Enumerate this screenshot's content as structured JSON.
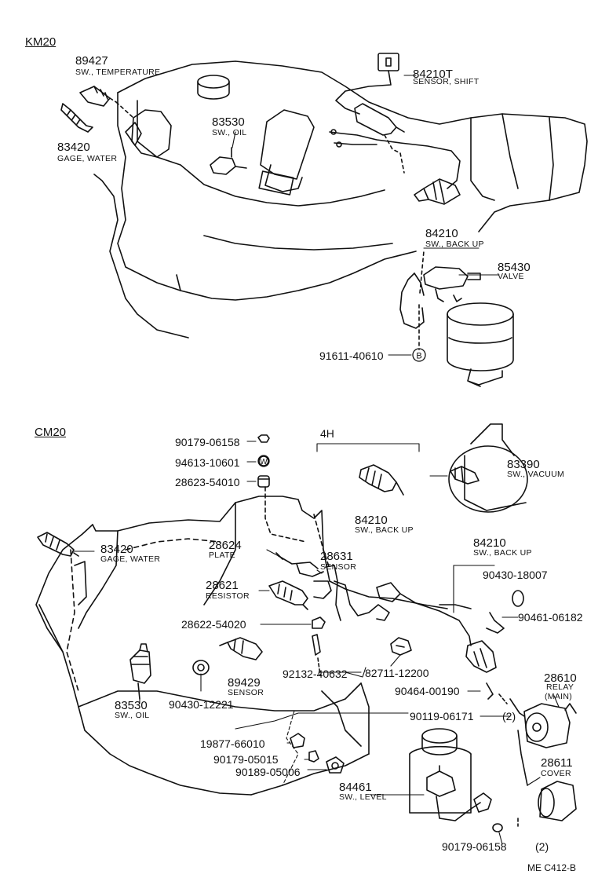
{
  "sections": {
    "km20": "KM20",
    "cm20": "CM20",
    "fourh": "4H"
  },
  "code": "ME C412-B",
  "km20": [
    {
      "pn": "89427",
      "desc": "SW., TEMPERATURE"
    },
    {
      "pn": "83420",
      "desc": "GAGE, WATER"
    },
    {
      "pn": "83530",
      "desc": "SW., OIL"
    },
    {
      "pn": "84210T",
      "desc": "SENSOR, SHIFT"
    },
    {
      "pn": "84210",
      "desc": "SW., BACK UP"
    },
    {
      "pn": "85430",
      "desc": "VALVE"
    },
    {
      "pn": "91611-40610",
      "desc": ""
    }
  ],
  "circle_b": "B",
  "circle_w": "W",
  "cm20": [
    {
      "pn": "90179-06158",
      "desc": ""
    },
    {
      "pn": "94613-10601",
      "desc": ""
    },
    {
      "pn": "28623-54010",
      "desc": ""
    },
    {
      "pn": "84210",
      "desc": "SW., BACK UP"
    },
    {
      "pn": "83390",
      "desc": "SW., VACUUM"
    },
    {
      "pn": "83420",
      "desc": "GAGE, WATER"
    },
    {
      "pn": "28624",
      "desc": "PLATE"
    },
    {
      "pn": "28631",
      "desc": "SENSOR"
    },
    {
      "pn": "84210",
      "desc": "SW., BACK UP"
    },
    {
      "pn": "28621",
      "desc": "RESISTOR"
    },
    {
      "pn": "90430-18007",
      "desc": ""
    },
    {
      "pn": "90461-06182",
      "desc": ""
    },
    {
      "pn": "28622-54020",
      "desc": ""
    },
    {
      "pn": "89429",
      "desc": "SENSOR"
    },
    {
      "pn": "92132-40632",
      "desc": ""
    },
    {
      "pn": "82711-12200",
      "desc": ""
    },
    {
      "pn": "83530",
      "desc": "SW., OIL"
    },
    {
      "pn": "90430-12221",
      "desc": ""
    },
    {
      "pn": "28610",
      "desc": "RELAY"
    },
    {
      "pn": "(MAIN)",
      "desc": ""
    },
    {
      "pn": "90464-00190",
      "desc": ""
    },
    {
      "pn": "90119-06171",
      "desc": "(2)"
    },
    {
      "pn": "19877-66010",
      "desc": ""
    },
    {
      "pn": "90179-05015",
      "desc": ""
    },
    {
      "pn": "90189-05006",
      "desc": ""
    },
    {
      "pn": "84461",
      "desc": "SW., LEVEL"
    },
    {
      "pn": "28611",
      "desc": "COVER"
    },
    {
      "pn": "90179-06158",
      "desc": "(2)"
    }
  ]
}
